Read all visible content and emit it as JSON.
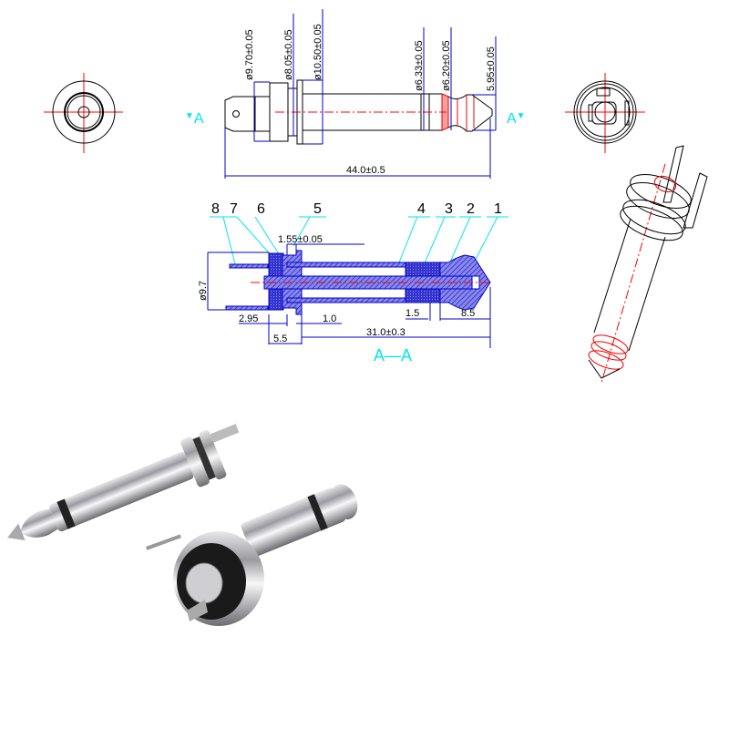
{
  "colors": {
    "outline": "#000000",
    "dimension": "#0000cc",
    "centerline": "#ff0000",
    "leader": "#00e5ee",
    "section_fill": "#3333cc",
    "section_label": "#00e5ee"
  },
  "front_view": {
    "dimensions": {
      "d1": "ø9.70±0.05",
      "d2": "ø8.05±0.05",
      "d3": "ø10.50±0.05",
      "d4": "ø6.33±0.05",
      "d5": "ø6.20±0.05",
      "d6": "5.95±0.05",
      "length": "44.0±0.5"
    },
    "section_marker_left": "A",
    "section_marker_right": "A"
  },
  "section_view": {
    "title": "A—A",
    "part_numbers": [
      "8",
      "7",
      "6",
      "5",
      "4",
      "3",
      "2",
      "1"
    ],
    "dimensions": {
      "flange": "1.55±0.05",
      "diameter": "ø9.7",
      "d_295": "2.95",
      "d_10": "1.0",
      "d_15": "1.5",
      "d_85": "8.5",
      "d_55": "5.5",
      "d_310": "31.0±0.3"
    }
  },
  "photo": {
    "description": "Two nickel-plated 6.35mm mono jack plugs with solder tabs"
  }
}
